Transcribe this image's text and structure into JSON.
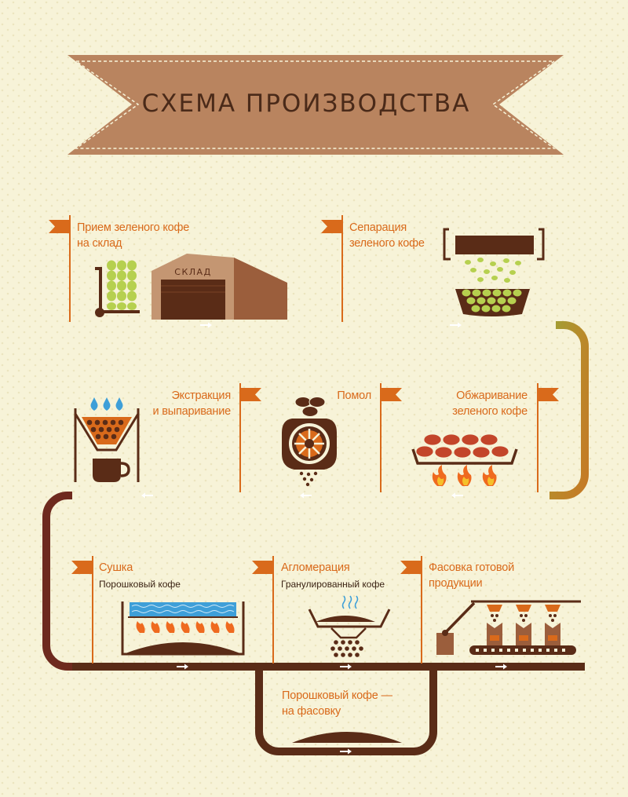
{
  "title": "СХЕМА ПРОИЗВОДСТВА",
  "colors": {
    "background": "#f7f3d8",
    "banner": "#b9845f",
    "accent_orange": "#d96a1b",
    "dark_brown": "#5a2c17",
    "green": "#8fb02f",
    "bean_green": "#b6d04f",
    "bean_red": "#c3452a",
    "water_blue": "#3e9fd8"
  },
  "steps": [
    {
      "id": "reception",
      "label_1": "Прием зеленого кофе",
      "label_2": "на склад",
      "icon": "warehouse-icon"
    },
    {
      "id": "separation",
      "label_1": "Сепарация",
      "label_2": "зеленого кофе",
      "icon": "separator-icon"
    },
    {
      "id": "roasting",
      "label_1": "Обжаривание",
      "label_2": "зеленого кофе",
      "icon": "roaster-icon"
    },
    {
      "id": "grinding",
      "label_1": "Помол",
      "icon": "grinder-icon"
    },
    {
      "id": "extraction",
      "label_1": "Экстракция",
      "label_2": "и выпаривание",
      "icon": "extraction-icon"
    },
    {
      "id": "drying",
      "label_1": "Сушка",
      "sub": "Порошковый кофе",
      "icon": "dryer-icon"
    },
    {
      "id": "agglomeration",
      "label_1": "Агломерация",
      "sub": "Гранулированный кофе",
      "icon": "agglomerator-icon"
    },
    {
      "id": "packaging",
      "label_1": "Фасовка готовой",
      "label_2": "продукции",
      "icon": "packaging-line-icon"
    },
    {
      "id": "powder",
      "label_1": "Порошковый кофе —",
      "label_2": "на фасовку",
      "icon": "powder-pile-icon"
    }
  ],
  "warehouse_sign": "СКЛАД",
  "arrow_glyph": "→"
}
